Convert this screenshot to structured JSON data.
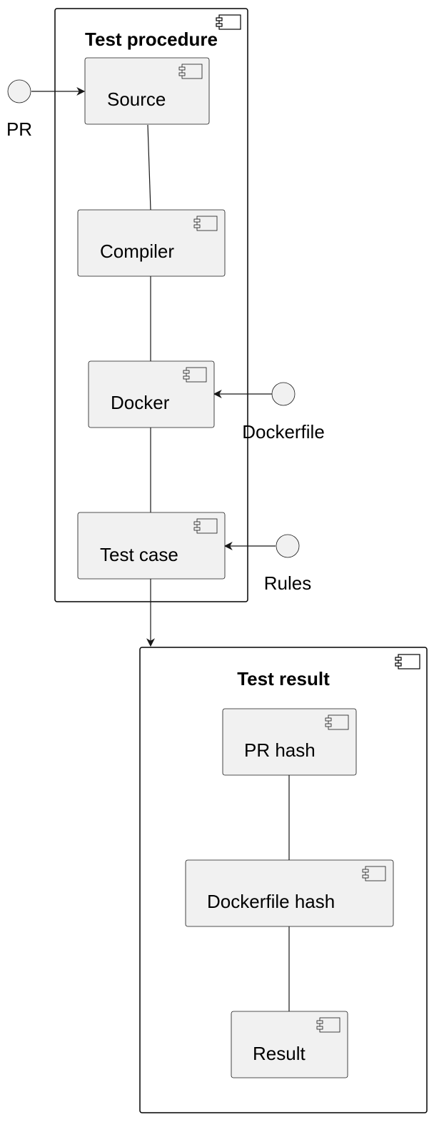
{
  "packages": {
    "test_procedure": {
      "title": "Test procedure"
    },
    "test_result": {
      "title": "Test result"
    }
  },
  "components": {
    "source": "Source",
    "compiler": "Compiler",
    "docker": "Docker",
    "test_case": "Test case",
    "pr_hash": "PR hash",
    "dockerfile_hash": "Dockerfile hash",
    "result": "Result"
  },
  "interfaces": {
    "pr": "PR",
    "dockerfile": "Dockerfile",
    "rules": "Rules"
  },
  "colors": {
    "component_fill": "#f1f1f1",
    "stroke": "#181818",
    "background": "#ffffff"
  }
}
